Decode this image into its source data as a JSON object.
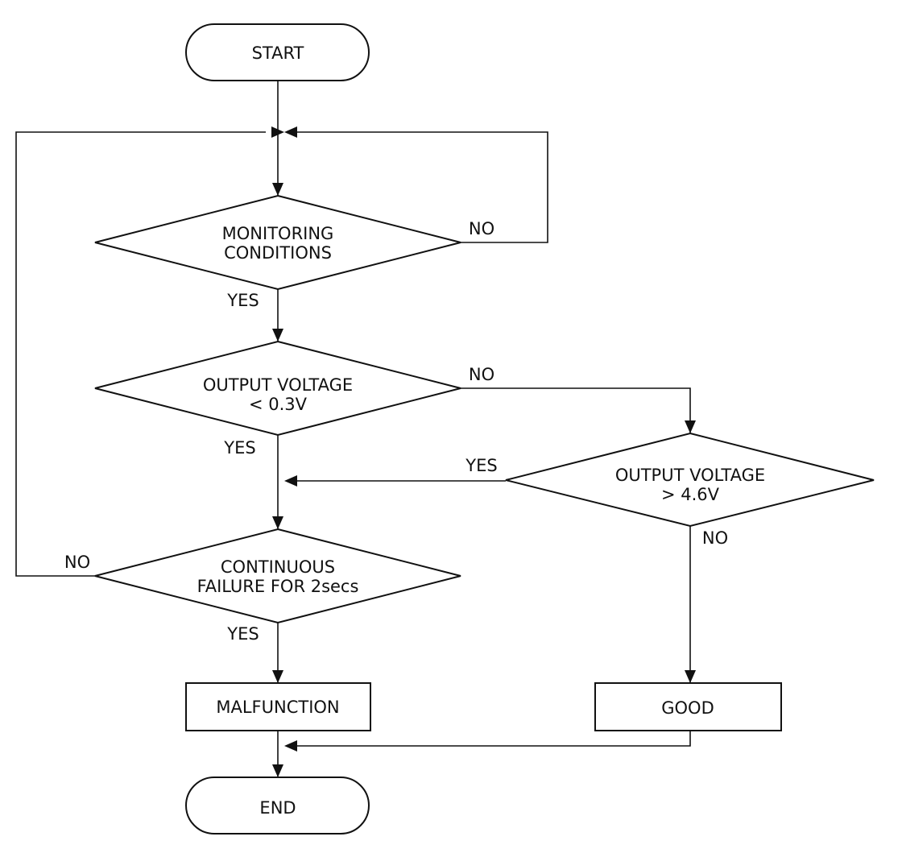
{
  "diagram": {
    "type": "flowchart",
    "nodes": {
      "start": {
        "shape": "terminal",
        "text": "START"
      },
      "monitoring": {
        "shape": "decision",
        "line1": "MONITORING",
        "line2": "CONDITIONS"
      },
      "low_voltage": {
        "shape": "decision",
        "line1": "OUTPUT VOLTAGE",
        "line2": "< 0.3V"
      },
      "high_voltage": {
        "shape": "decision",
        "line1": "OUTPUT VOLTAGE",
        "line2": "> 4.6V"
      },
      "continuous": {
        "shape": "decision",
        "line1": "CONTINUOUS",
        "line2": "FAILURE FOR 2secs"
      },
      "malfunction": {
        "shape": "process",
        "text": "MALFUNCTION"
      },
      "good": {
        "shape": "process",
        "text": "GOOD"
      },
      "end": {
        "shape": "terminal",
        "text": "END"
      }
    },
    "edges": [
      {
        "from": "start",
        "to": "monitoring"
      },
      {
        "from": "monitoring",
        "to": "monitoring",
        "label": "NO"
      },
      {
        "from": "monitoring",
        "to": "low_voltage",
        "label": "YES"
      },
      {
        "from": "low_voltage",
        "to": "high_voltage",
        "label": "NO"
      },
      {
        "from": "low_voltage",
        "to": "continuous",
        "label": "YES"
      },
      {
        "from": "high_voltage",
        "to": "continuous",
        "label": "YES"
      },
      {
        "from": "high_voltage",
        "to": "good",
        "label": "NO"
      },
      {
        "from": "continuous",
        "to": "monitoring",
        "label": "NO"
      },
      {
        "from": "continuous",
        "to": "malfunction",
        "label": "YES"
      },
      {
        "from": "malfunction",
        "to": "end"
      },
      {
        "from": "good",
        "to": "end"
      }
    ],
    "labels": {
      "monitoring_no": "NO",
      "monitoring_yes": "YES",
      "low_voltage_no": "NO",
      "low_voltage_yes": "YES",
      "high_voltage_yes": "YES",
      "high_voltage_no": "NO",
      "continuous_no": "NO",
      "continuous_yes": "YES"
    }
  }
}
